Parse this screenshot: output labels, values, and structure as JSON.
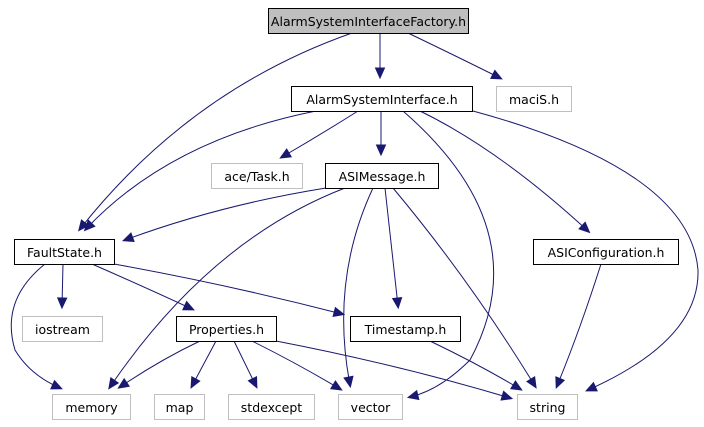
{
  "diagram": {
    "type": "include-dependency-graph",
    "colors": {
      "edge": "#191970",
      "primary_fill": "#bfbfbf",
      "documented_border": "#000000",
      "external_border": "#bfbfbf"
    },
    "nodes": [
      {
        "id": "factory",
        "label": "AlarmSystemInterfaceFactory.h",
        "kind": "primary"
      },
      {
        "id": "asi",
        "label": "AlarmSystemInterface.h",
        "kind": "documented"
      },
      {
        "id": "macis",
        "label": "maciS.h",
        "kind": "external"
      },
      {
        "id": "acetask",
        "label": "ace/Task.h",
        "kind": "external"
      },
      {
        "id": "asimsg",
        "label": "ASIMessage.h",
        "kind": "documented"
      },
      {
        "id": "faultstate",
        "label": "FaultState.h",
        "kind": "documented"
      },
      {
        "id": "asiconf",
        "label": "ASIConfiguration.h",
        "kind": "documented"
      },
      {
        "id": "iostream",
        "label": "iostream",
        "kind": "external"
      },
      {
        "id": "properties",
        "label": "Properties.h",
        "kind": "documented"
      },
      {
        "id": "timestamp",
        "label": "Timestamp.h",
        "kind": "documented"
      },
      {
        "id": "memory",
        "label": "memory",
        "kind": "external"
      },
      {
        "id": "map",
        "label": "map",
        "kind": "external"
      },
      {
        "id": "stdexcept",
        "label": "stdexcept",
        "kind": "external"
      },
      {
        "id": "vector",
        "label": "vector",
        "kind": "external"
      },
      {
        "id": "string",
        "label": "string",
        "kind": "external"
      }
    ],
    "edges": [
      {
        "from": "factory",
        "to": "asi"
      },
      {
        "from": "factory",
        "to": "macis"
      },
      {
        "from": "factory",
        "to": "faultstate"
      },
      {
        "from": "asi",
        "to": "faultstate"
      },
      {
        "from": "asi",
        "to": "acetask"
      },
      {
        "from": "asi",
        "to": "asimsg"
      },
      {
        "from": "asi",
        "to": "vector"
      },
      {
        "from": "asi",
        "to": "asiconf"
      },
      {
        "from": "asi",
        "to": "string"
      },
      {
        "from": "asimsg",
        "to": "faultstate"
      },
      {
        "from": "asimsg",
        "to": "memory"
      },
      {
        "from": "asimsg",
        "to": "vector"
      },
      {
        "from": "asimsg",
        "to": "timestamp"
      },
      {
        "from": "asimsg",
        "to": "string"
      },
      {
        "from": "faultstate",
        "to": "memory"
      },
      {
        "from": "faultstate",
        "to": "iostream"
      },
      {
        "from": "faultstate",
        "to": "properties"
      },
      {
        "from": "faultstate",
        "to": "timestamp"
      },
      {
        "from": "properties",
        "to": "memory"
      },
      {
        "from": "properties",
        "to": "map"
      },
      {
        "from": "properties",
        "to": "stdexcept"
      },
      {
        "from": "properties",
        "to": "vector"
      },
      {
        "from": "properties",
        "to": "string"
      },
      {
        "from": "timestamp",
        "to": "string"
      },
      {
        "from": "asiconf",
        "to": "string"
      }
    ]
  }
}
